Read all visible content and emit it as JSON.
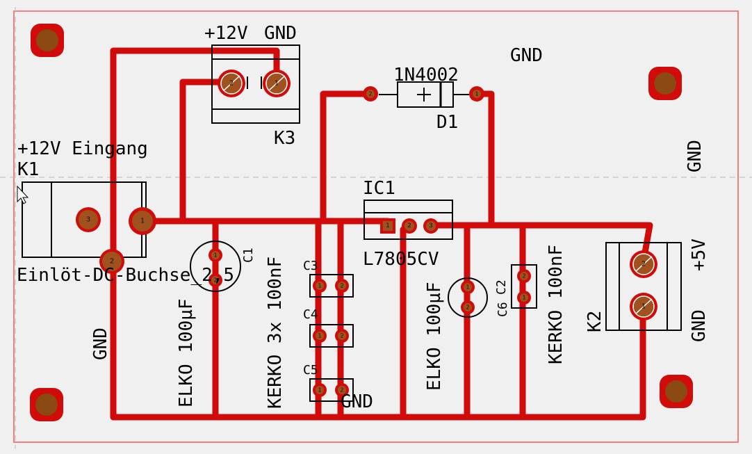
{
  "pcb": {
    "labels": {
      "k3_plus": "+12V",
      "k3_gnd": "GND",
      "k3_name": "K3",
      "gnd_top": "GND",
      "diode_part": "1N4002",
      "diode_name": "D1",
      "gnd_right": "GND",
      "k1_title": "+12V Eingang",
      "k1_name": "K1",
      "k1_part": "Einlöt-DC-Buchse_2,5",
      "ic_name": "IC1",
      "ic_part": "L7805CV",
      "c1_name": "C1",
      "c1_text": "ELKO 100µF",
      "c3_name": "C3",
      "c4_name": "C4",
      "c5_name": "C5",
      "kerko_group": "KERKO 3x 100nF",
      "gnd_c5": "GND",
      "c6_name": "C6",
      "c6_text": "ELKO 100µF",
      "c2_name": "C2",
      "c2_text": "KERKO 100nF",
      "k2_name": "K2",
      "k2_plus": "+5V",
      "k2_gnd": "GND",
      "gnd_left": "GND"
    },
    "pad_numbers": {
      "one": "1",
      "two": "2",
      "three": "3"
    },
    "colors": {
      "trace": "#d10a0a",
      "pad": "#a0521e",
      "hole": "#8a4a12",
      "board": "#f0f0f0",
      "board_edge": "#f08080"
    }
  }
}
